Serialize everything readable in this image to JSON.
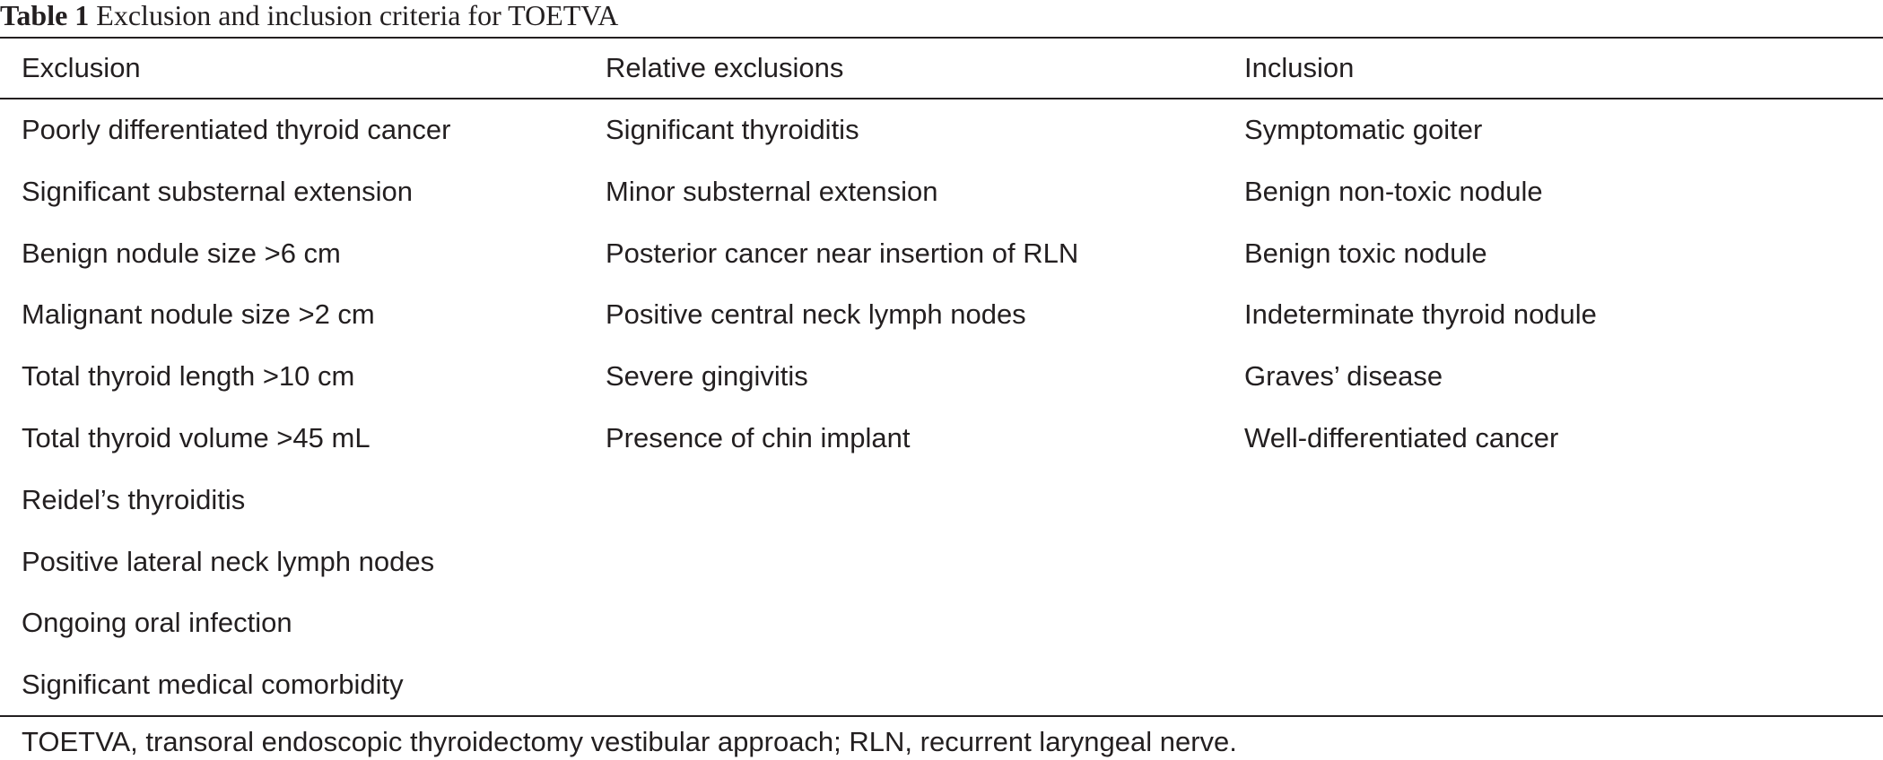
{
  "caption": {
    "label": "Table 1",
    "text": "Exclusion and inclusion criteria for TOETVA"
  },
  "table": {
    "columns": [
      "Exclusion",
      "Relative exclusions",
      "Inclusion"
    ],
    "rows": [
      [
        "Poorly differentiated thyroid cancer",
        "Significant thyroiditis",
        "Symptomatic goiter"
      ],
      [
        "Significant substernal extension",
        "Minor substernal extension",
        "Benign non-toxic nodule"
      ],
      [
        "Benign nodule size >6 cm",
        "Posterior cancer near insertion of RLN",
        "Benign toxic nodule"
      ],
      [
        "Malignant nodule size >2 cm",
        "Positive central neck lymph nodes",
        "Indeterminate thyroid nodule"
      ],
      [
        "Total thyroid length >10 cm",
        "Severe gingivitis",
        "Graves’ disease"
      ],
      [
        "Total thyroid volume >45 mL",
        "Presence of chin implant",
        "Well-differentiated cancer"
      ],
      [
        "Reidel’s thyroiditis",
        "",
        ""
      ],
      [
        "Positive lateral neck lymph nodes",
        "",
        ""
      ],
      [
        "Ongoing oral infection",
        "",
        ""
      ],
      [
        "Significant medical comorbidity",
        "",
        ""
      ]
    ]
  },
  "footnote": "TOETVA, transoral endoscopic thyroidectomy vestibular approach; RLN, recurrent laryngeal nerve."
}
